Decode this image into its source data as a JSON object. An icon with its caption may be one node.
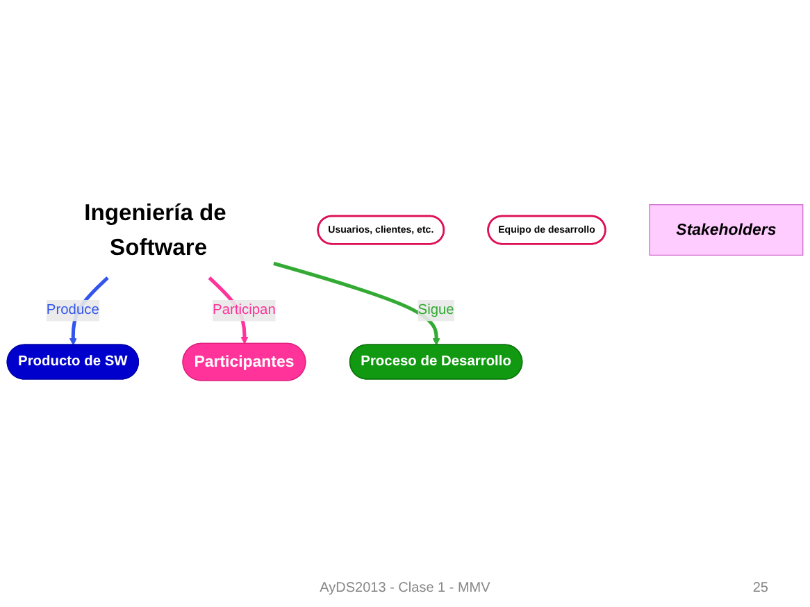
{
  "diagram": {
    "nodes": [
      {
        "text": [
          "Ingeniería de Software"
        ]
      },
      {
        "text": [
          "Producto de SW"
        ]
      },
      {
        "text": [
          "Proceso de Desarrollo"
        ]
      },
      {
        "text": [
          "Participantes"
        ]
      },
      {
        "text": [
          "Usuarios, clientes, etc."
        ]
      },
      {
        "text": [
          "Equipo de desarrollo"
        ]
      },
      {
        "text": [
          "Stakeholders"
        ]
      }
    ],
    "edges": [
      {
        "from": 0,
        "to": 1,
        "arrow": "to",
        "label": "Produce",
        "color": "#3355ee"
      },
      {
        "from": 0,
        "to": 3,
        "arrow": "to",
        "label": "Participan",
        "color": "#ff3399"
      },
      {
        "from": 0,
        "to": 2,
        "arrow": "to",
        "label": "Sigue",
        "color": "#33aa33"
      }
    ],
    "labels": [
      "AyDS2013 - Clase 1 - MMV",
      "25"
    ]
  }
}
